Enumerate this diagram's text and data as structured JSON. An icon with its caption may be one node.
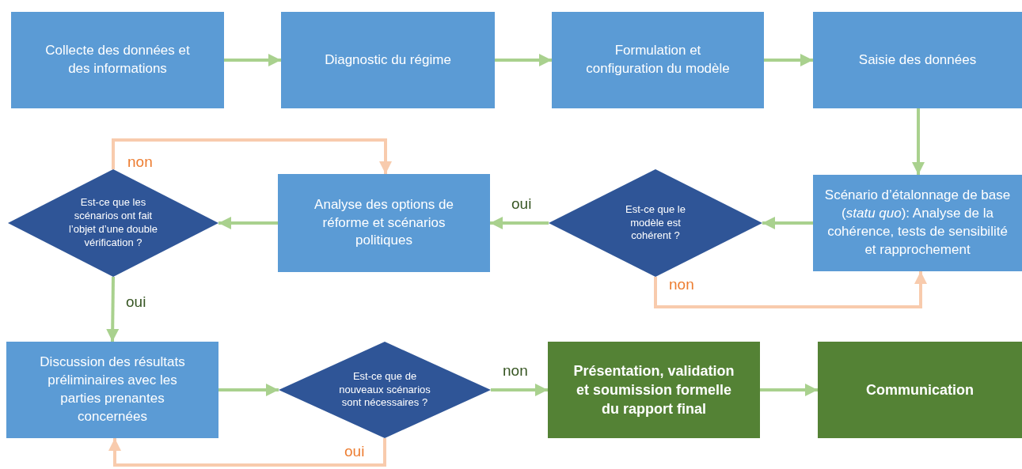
{
  "diagram": {
    "nodes": [
      {
        "text": [
          "Collecte des données et des informations"
        ]
      },
      {
        "text": [
          "Diagnostic du régime"
        ]
      },
      {
        "text": [
          "Formulation et configuration du modèle"
        ]
      },
      {
        "text": [
          "Saisie des données"
        ]
      },
      {
        "text": [
          "Scénario d’étalonnage de base (*statu quo*): Analyse de la cohérence, tests de sensibilité et rapprochement"
        ]
      },
      {
        "text": [
          "Est-ce que le modèle est cohérent ?"
        ]
      },
      {
        "text": [
          "Analyse des options de réforme et scénarios politiques"
        ]
      },
      {
        "text": [
          "Est-ce que les scénarios ont fait l’objet d’une double vérification ?"
        ]
      },
      {
        "text": [
          "Discussion des résultats préliminaires avec les parties prenantes concernées"
        ]
      },
      {
        "text": [
          "Est-ce que de nouveaux scénarios sont nécessaires ?"
        ]
      },
      {
        "text": [
          "Présentation, validation et soumission formelle du rapport final"
        ]
      },
      {
        "text": [
          "Communication"
        ]
      }
    ],
    "edges": [
      {
        "from": 0,
        "to": 1,
        "arrow": "to"
      },
      {
        "from": 1,
        "to": 2,
        "arrow": "to"
      },
      {
        "from": 2,
        "to": 3,
        "arrow": "to"
      },
      {
        "from": 3,
        "to": 4,
        "arrow": "to"
      },
      {
        "from": 4,
        "to": 5,
        "arrow": "to"
      },
      {
        "from": 5,
        "to": 6,
        "arrow": "to",
        "label": "oui"
      },
      {
        "from": 5,
        "to": 4,
        "arrow": "to",
        "label": "non",
        "color": "#f8cbad"
      },
      {
        "from": 6,
        "to": 7,
        "arrow": "to"
      },
      {
        "from": 7,
        "to": 6,
        "arrow": "to",
        "label": "non",
        "color": "#f8cbad"
      },
      {
        "from": 7,
        "to": 8,
        "arrow": "to",
        "label": "oui"
      },
      {
        "from": 8,
        "to": 9,
        "arrow": "to"
      },
      {
        "from": 9,
        "to": 10,
        "arrow": "to",
        "label": "non"
      },
      {
        "from": 9,
        "to": 8,
        "arrow": "to",
        "label": "oui",
        "color": "#f8cbad"
      },
      {
        "from": 10,
        "to": 11,
        "arrow": "to"
      }
    ]
  }
}
